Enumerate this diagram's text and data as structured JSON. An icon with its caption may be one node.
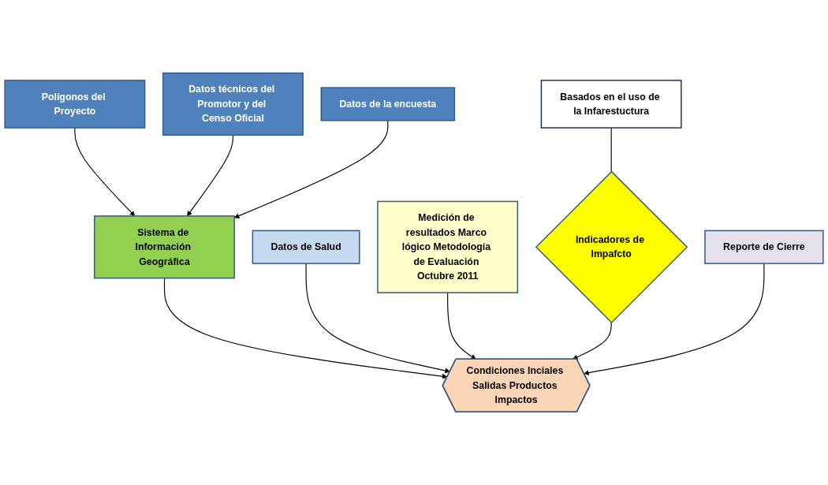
{
  "diagram": {
    "nodes": [
      {
        "text": [
          "Polígonos del Proyecto"
        ]
      },
      {
        "text": [
          "Datos técnicos del Promotor y del Censo Oficial"
        ]
      },
      {
        "text": [
          "Datos de la encuesta"
        ]
      },
      {
        "text": [
          "Sistema de Información Geográfica"
        ]
      },
      {
        "text": [
          "Datos de Salud"
        ]
      },
      {
        "text": [
          "Medición de resultados Marco lógico Metodología de Evaluación Octubre 2011"
        ]
      },
      {
        "text": [
          "Condiciones Inciales Salidas Productos Impactos"
        ]
      },
      {
        "text": [
          "Basados en el uso de la Infarestuctura"
        ]
      },
      {
        "text": [
          "Indicadores de Impafcto"
        ]
      },
      {
        "text": [
          "Reporte de Cierre"
        ]
      }
    ],
    "edges": [
      {
        "from": 0,
        "to": 3,
        "arrow": "to"
      },
      {
        "from": 1,
        "to": 3,
        "arrow": "to"
      },
      {
        "from": 2,
        "to": 3,
        "arrow": "to"
      },
      {
        "from": 3,
        "to": 6,
        "arrow": "to"
      },
      {
        "from": 4,
        "to": 6,
        "arrow": "to"
      },
      {
        "from": 5,
        "to": 6,
        "arrow": "to"
      },
      {
        "from": 7,
        "to": 8,
        "arrow": "none"
      },
      {
        "from": 8,
        "to": 6,
        "arrow": "to"
      },
      {
        "from": 9,
        "to": 6,
        "arrow": "to"
      }
    ]
  }
}
